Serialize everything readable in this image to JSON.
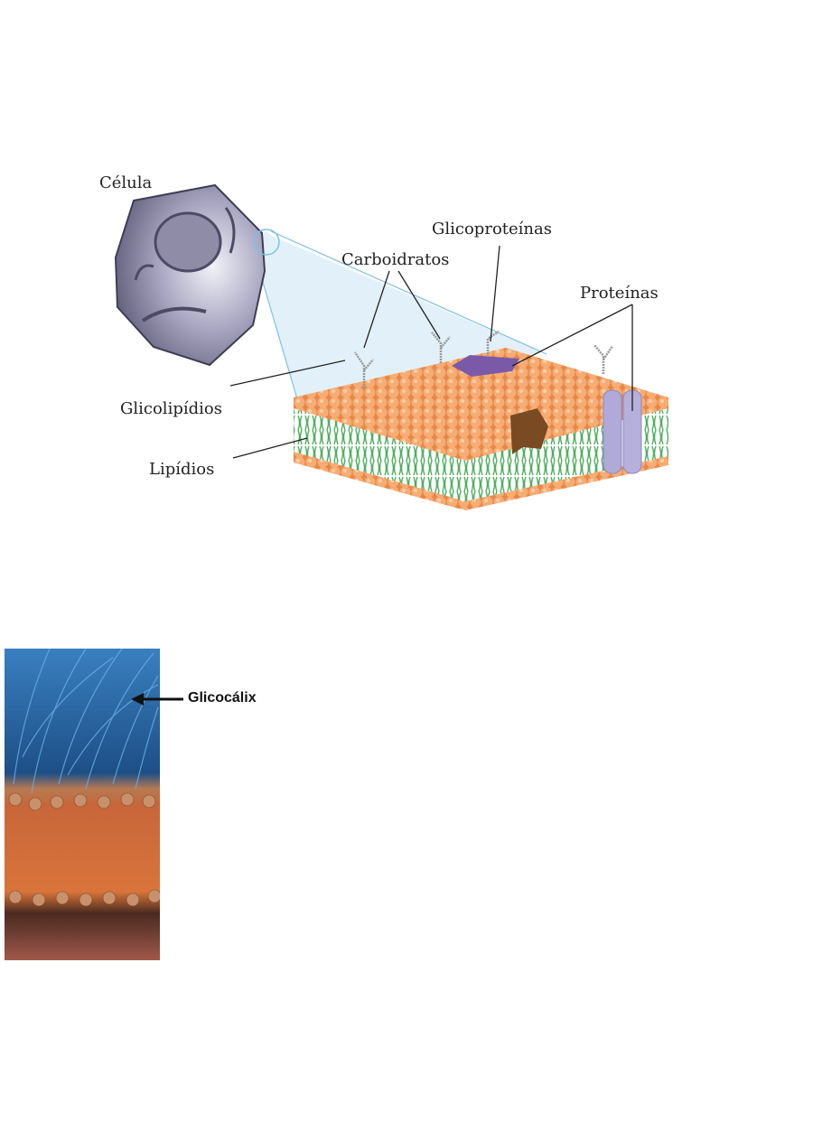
{
  "membrane_diagram": {
    "labels": {
      "cell": "Célula",
      "glycoproteins": "Glicoproteínas",
      "carbohydrates": "Carboidratos",
      "proteins": "Proteínas",
      "glycolipids": "Glicolipídios",
      "lipids": "Lipídios"
    },
    "colors": {
      "lipid_head": "#f4a468",
      "lipid_tail": "#5cb86a",
      "cell": "#8a88a8",
      "glycoprotein": "#7a5aa8",
      "channel_protein": "#b0aad8",
      "brown_protein": "#7a4a22",
      "zoom_cone": "#dbeef8"
    }
  },
  "glycocalyx_figure": {
    "label": "Glicocálix",
    "colors": {
      "fibers": "#2e6fb0",
      "membrane": "#d9743a"
    }
  }
}
